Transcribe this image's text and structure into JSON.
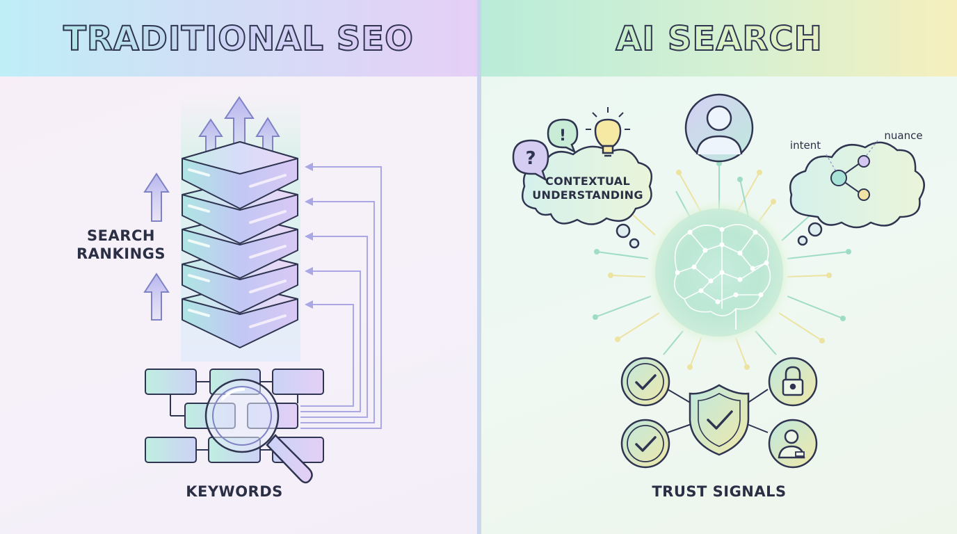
{
  "left_panel": {
    "title": "TRADITIONAL SEO",
    "labels": {
      "search_rankings_line1": "SEARCH",
      "search_rankings_line2": "RANKINGS",
      "keywords": "KEYWORDS"
    }
  },
  "right_panel": {
    "title": "AI SEARCH",
    "labels": {
      "contextual_line1": "CONTEXTUAL",
      "contextual_line2": "UNDERSTANDING",
      "intent": "intent",
      "nuance": "nuance",
      "trust_signals": "TRUST SIGNALS"
    },
    "bubble_glyphs": {
      "question": "?",
      "exclamation": "!"
    }
  },
  "colors": {
    "ink": "#2f3550",
    "lavender": "#c7c4f1",
    "mint": "#b8ecd6",
    "yellow": "#f2e6a8",
    "arrow_purple": "#a9a8e4"
  }
}
